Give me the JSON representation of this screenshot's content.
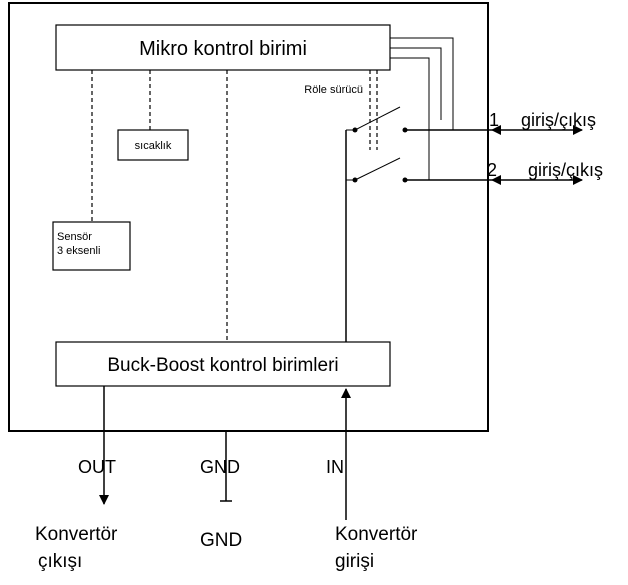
{
  "blocks": {
    "mcu": "Mikro kontrol birimi",
    "relay_driver": "Röle sürücü",
    "temperature": "sıcaklık",
    "sensor_line1": "Sensör",
    "sensor_line2": "3 eksenli",
    "buck_boost": "Buck-Boost kontrol birimleri"
  },
  "ports": {
    "io1_number": "1",
    "io1_label": "giriş/çıkış",
    "io2_number": "2",
    "io2_label": "giriş/çıkış",
    "out": "OUT",
    "gnd": "GND",
    "in": "IN"
  },
  "footer": {
    "out_line1": "Konvertör",
    "out_line2": "çıkışı",
    "gnd": "GND",
    "in_line1": "Konvertör",
    "in_line2": "girişi"
  }
}
